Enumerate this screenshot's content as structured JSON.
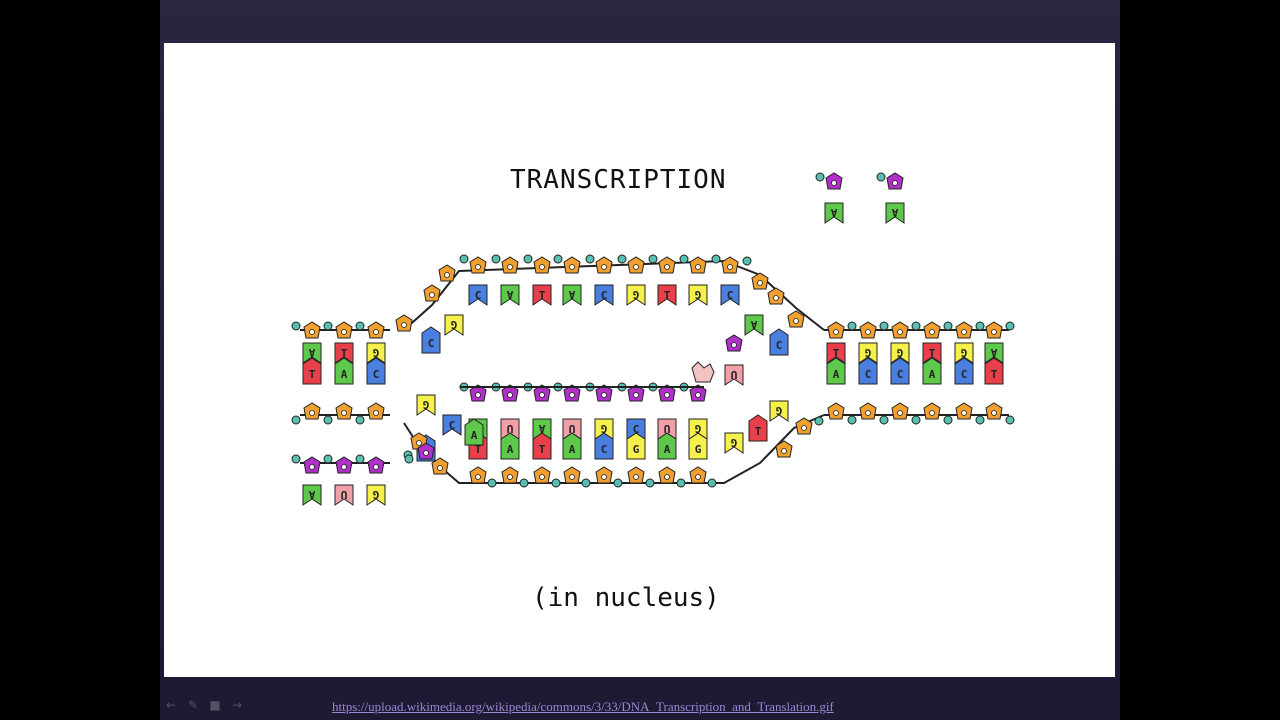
{
  "slide": {
    "title": "TRANSCRIPTION",
    "caption": "(in nucleus)"
  },
  "footer": {
    "source_url": "https://upload.wikimedia.org/wikipedia/commons/3/33/DNA_Transcription_and_Translation.gif"
  },
  "controls": {
    "prev_icon": "arrow-left-icon",
    "pen_icon": "pen-icon",
    "menu_icon": "slide-menu-icon",
    "next_icon": "arrow-right-icon"
  },
  "colors": {
    "A": "#5ec84a",
    "T": "#e8404a",
    "C": "#4a7fe0",
    "G": "#f5f04a",
    "U": "#f2a0a8",
    "sugar": "#f0a030",
    "rna_sugar": "#b030c8",
    "phosphate": "#58c0b0"
  },
  "strands": {
    "top_template_labels": [
      "C",
      "A",
      "T",
      "A",
      "C",
      "G",
      "T",
      "G",
      "C"
    ],
    "mrna_labels": [
      "A",
      "U",
      "A",
      "U",
      "G",
      "C",
      "U",
      "G",
      "C"
    ],
    "coding_labels": [
      "T",
      "A",
      "T",
      "A",
      "C",
      "G",
      "A",
      "G",
      "C"
    ],
    "left_pairs": [
      [
        "A",
        "T"
      ],
      [
        "T",
        "A"
      ],
      [
        "G",
        "C"
      ]
    ],
    "right_pairs": [
      [
        "T",
        "A"
      ],
      [
        "G",
        "C"
      ],
      [
        "G",
        "C"
      ],
      [
        "T",
        "A"
      ],
      [
        "G",
        "C"
      ],
      [
        "A",
        "T"
      ]
    ],
    "free_top": [
      "A",
      "A"
    ],
    "free_left": [
      "A",
      "U",
      "G"
    ]
  }
}
